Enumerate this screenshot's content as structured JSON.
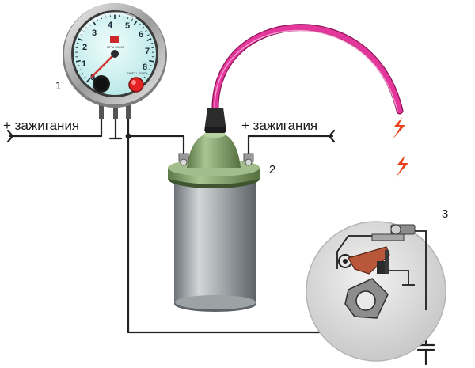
{
  "callouts": {
    "tachometer": "1",
    "ignition_coil": "2",
    "distributor": "3"
  },
  "supply_labels": {
    "left": "+ зажигания",
    "right": "+ зажигания"
  },
  "gauge": {
    "scale": [
      "0",
      "1",
      "2",
      "3",
      "4",
      "5",
      "6",
      "7",
      "8"
    ],
    "brand_text": "RPM X1000",
    "shift_text": "SHIFT LIGHT"
  },
  "colors": {
    "hv_lead": "#e4379b",
    "spark": "#e8431c",
    "coil_cap": "#7c9a64",
    "coil_body": "#9aa0a4",
    "dial_face": "#d6f5f4",
    "distributor_disc": "#dcdcdc",
    "wire": "#222222"
  }
}
